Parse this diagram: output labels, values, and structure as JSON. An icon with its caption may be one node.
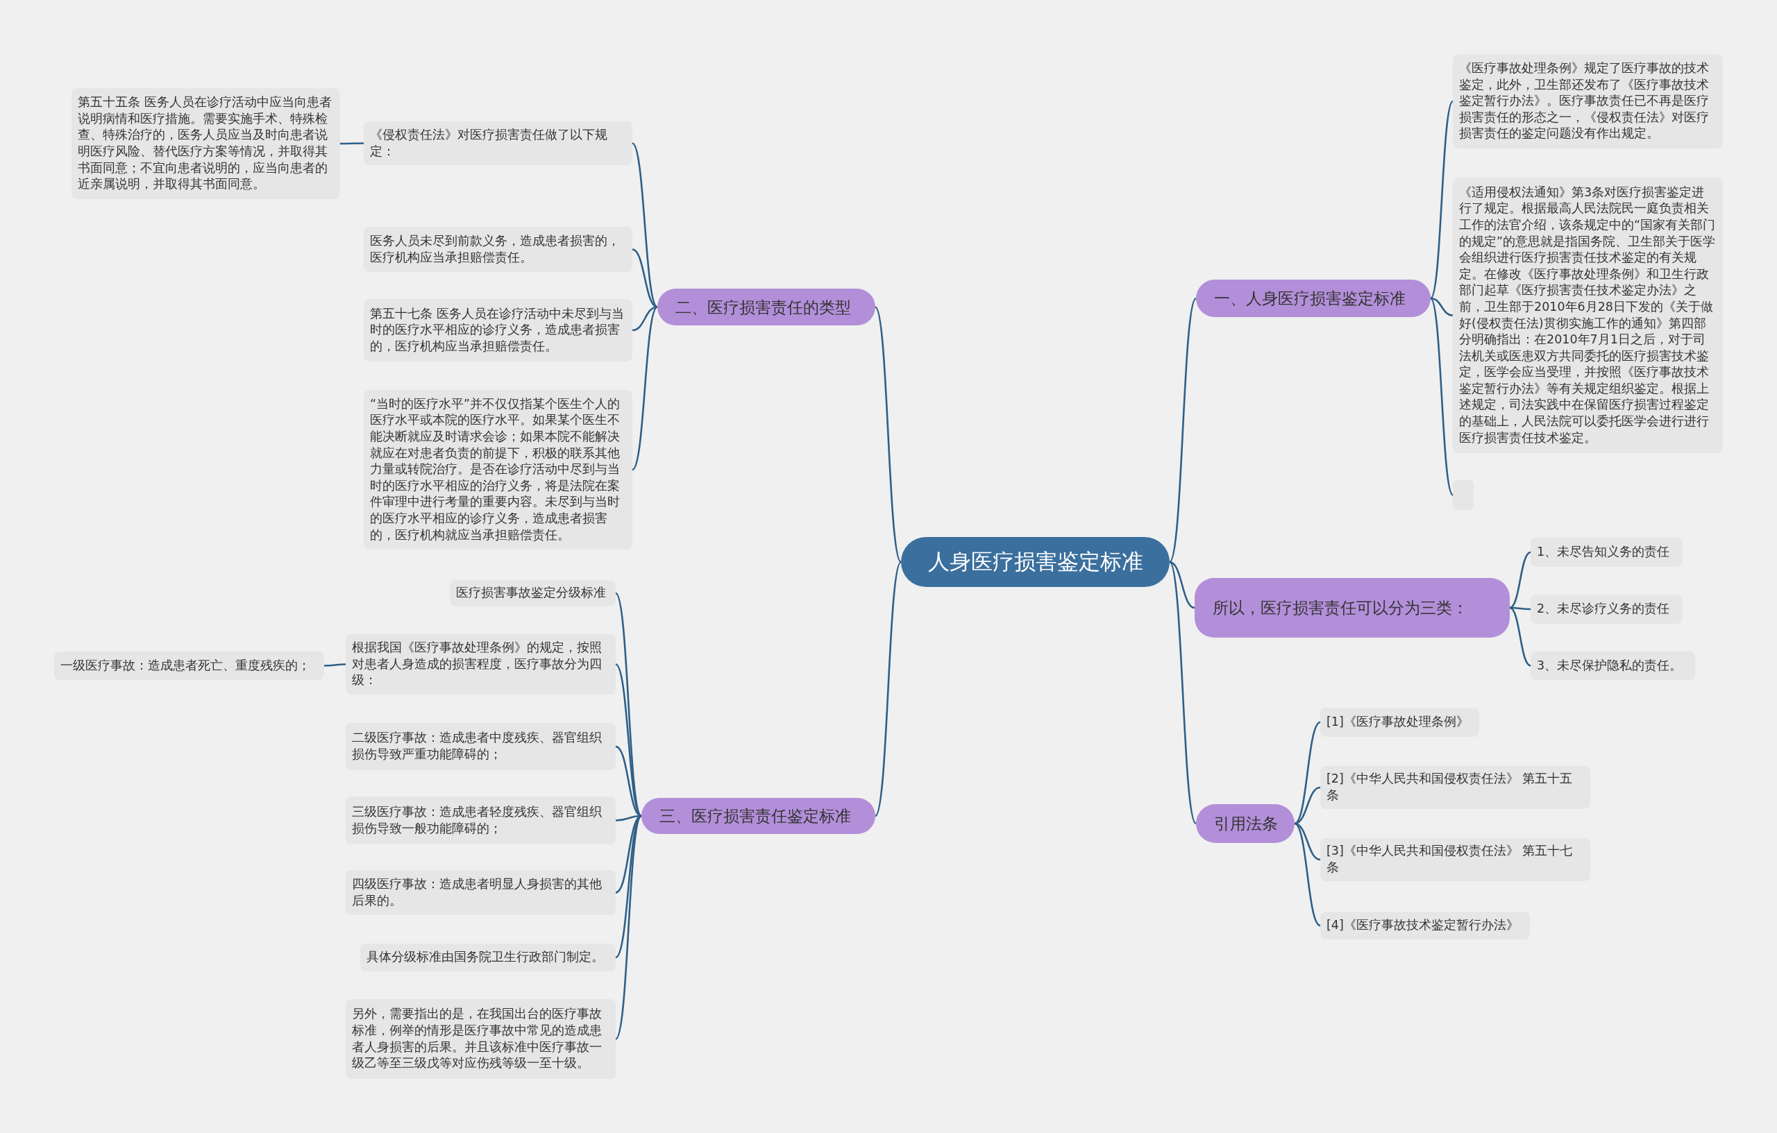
{
  "diagram": {
    "nodes": [
      {
        "text": [
          "人身医疗损害鉴定标准"
        ]
      },
      {
        "text": [
          "二、医疗损害责任的类型"
        ]
      },
      {
        "text": [
          "《侵权责任法》对医疗损害责任做了以下规定："
        ]
      },
      {
        "text": [
          "第五十五条 医务人员在诊疗活动中应当向患者说明病情和医疗措施。需要实施手术、特殊检查、特殊治疗的，医务人员应当及时向患者说明医疗风险、替代医疗方案等情况，并取得其书面同意；不宜向患者说明的，应当向患者的近亲属说明，并取得其书面同意。"
        ]
      },
      {
        "text": [
          "医务人员未尽到前款义务，造成患者损害的，医疗机构应当承担赔偿责任。"
        ]
      },
      {
        "text": [
          "第五十七条 医务人员在诊疗活动中未尽到与当时的医疗水平相应的诊疗义务，造成患者损害的，医疗机构应当承担赔偿责任。"
        ]
      },
      {
        "text": [
          "“当时的医疗水平”并不仅仅指某个医生个人的医疗水平或本院的医疗水平。如果某个医生不能决断就应及时请求会诊；如果本院不能解决就应在对患者负责的前提下，积极的联系其他力量或转院治疗。是否在诊疗活动中尽到与当时的医疗水平相应的治疗义务，将是法院在案件审理中进行考量的重要内容。未尽到与当时的医疗水平相应的诊疗义务，造成患者损害的，医疗机构就应当承担赔偿责任。"
        ]
      },
      {
        "text": [
          "三、医疗损害责任鉴定标准"
        ]
      },
      {
        "text": [
          "医疗损害事故鉴定分级标准"
        ]
      },
      {
        "text": [
          "根据我国《医疗事故处理条例》的规定，按照对患者人身造成的损害程度，医疗事故分为四级："
        ]
      },
      {
        "text": [
          "一级医疗事故：造成患者死亡、重度残疾的；"
        ]
      },
      {
        "text": [
          "二级医疗事故：造成患者中度残疾、器官组织损伤导致严重功能障碍的；"
        ]
      },
      {
        "text": [
          "三级医疗事故：造成患者轻度残疾、器官组织损伤导致一般功能障碍的；"
        ]
      },
      {
        "text": [
          "四级医疗事故：造成患者明显人身损害的其他后果的。"
        ]
      },
      {
        "text": [
          "具体分级标准由国务院卫生行政部门制定。"
        ]
      },
      {
        "text": [
          "另外，需要指出的是，在我国出台的医疗事故标准，例举的情形是医疗事故中常见的造成患者人身损害的后果。并且该标准中医疗事故一级乙等至三级戊等对应伤残等级一至十级。"
        ]
      },
      {
        "text": [
          "一、人身医疗损害鉴定标准"
        ]
      },
      {
        "text": [
          "《医疗事故处理条例》规定了医疗事故的技术鉴定，此外，卫生部还发布了《医疗事故技术鉴定暂行办法》。医疗事故责任已不再是医疗损害责任的形态之一，《侵权责任法》对医疗损害责任的鉴定问题没有作出规定。"
        ]
      },
      {
        "text": [
          "《适用侵权法通知》第3条对医疗损害鉴定进行了规定。根据最高人民法院民一庭负责相关工作的法官介绍，该条规定中的“国家有关部门的规定”的意思就是指国务院、卫生部关于医学会组织进行医疗损害责任技术鉴定的有关规定。在修改《医疗事故处理条例》和卫生行政部门起草《医疗损害责任技术鉴定办法》之前，卫生部于2010年6月28日下发的《关于做好(侵权责任法)贯彻实施工作的通知》第四部分明确指出：在2010年7月1日之后，对于司法机关或医患双方共同委托的医疗损害技术鉴定，医学会应当受理，并按照《医疗事故技术鉴定暂行办法》等有关规定组织鉴定。根据上述规定，司法实践中在保留医疗损害过程鉴定的基础上，人民法院可以委托医学会进行进行医疗损害责任技术鉴定。"
        ]
      },
      {
        "text": [],
        "shape": "box"
      },
      {
        "text": [
          "所以，医疗损害责任可以分为三类："
        ]
      },
      {
        "text": [
          "1、未尽告知义务的责任"
        ]
      },
      {
        "text": [
          "2、未尽诊疗义务的责任"
        ]
      },
      {
        "text": [
          "3、未尽保护隐私的责任。"
        ]
      },
      {
        "text": [
          "引用法条"
        ]
      },
      {
        "text": [
          "[1]《医疗事故处理条例》"
        ]
      },
      {
        "text": [
          "[2]《中华人民共和国侵权责任法》 第五十五条"
        ]
      },
      {
        "text": [
          "[3]《中华人民共和国侵权责任法》 第五十七条"
        ]
      },
      {
        "text": [
          "[4]《医疗事故技术鉴定暂行办法》"
        ]
      }
    ],
    "edges": [
      {
        "from": 0,
        "to": 1,
        "arrow": "none"
      },
      {
        "from": 1,
        "to": 2,
        "arrow": "none"
      },
      {
        "from": 2,
        "to": 3,
        "arrow": "none"
      },
      {
        "from": 1,
        "to": 4,
        "arrow": "none"
      },
      {
        "from": 1,
        "to": 5,
        "arrow": "none"
      },
      {
        "from": 1,
        "to": 6,
        "arrow": "none"
      },
      {
        "from": 0,
        "to": 7,
        "arrow": "none"
      },
      {
        "from": 7,
        "to": 8,
        "arrow": "none"
      },
      {
        "from": 7,
        "to": 9,
        "arrow": "none"
      },
      {
        "from": 9,
        "to": 10,
        "arrow": "none"
      },
      {
        "from": 7,
        "to": 11,
        "arrow": "none"
      },
      {
        "from": 7,
        "to": 12,
        "arrow": "none"
      },
      {
        "from": 7,
        "to": 13,
        "arrow": "none"
      },
      {
        "from": 7,
        "to": 14,
        "arrow": "none"
      },
      {
        "from": 7,
        "to": 15,
        "arrow": "none"
      },
      {
        "from": 0,
        "to": 16,
        "arrow": "none"
      },
      {
        "from": 16,
        "to": 17,
        "arrow": "none"
      },
      {
        "from": 16,
        "to": 18,
        "arrow": "none"
      },
      {
        "from": 16,
        "to": 19,
        "arrow": "none"
      },
      {
        "from": 0,
        "to": 20,
        "arrow": "none"
      },
      {
        "from": 20,
        "to": 21,
        "arrow": "none"
      },
      {
        "from": 20,
        "to": 22,
        "arrow": "none"
      },
      {
        "from": 20,
        "to": 23,
        "arrow": "none"
      },
      {
        "from": 0,
        "to": 24,
        "arrow": "none"
      },
      {
        "from": 24,
        "to": 25,
        "arrow": "none"
      },
      {
        "from": 24,
        "to": 26,
        "arrow": "none"
      },
      {
        "from": 24,
        "to": 27,
        "arrow": "none"
      },
      {
        "from": 24,
        "to": 28,
        "arrow": "none"
      }
    ]
  }
}
